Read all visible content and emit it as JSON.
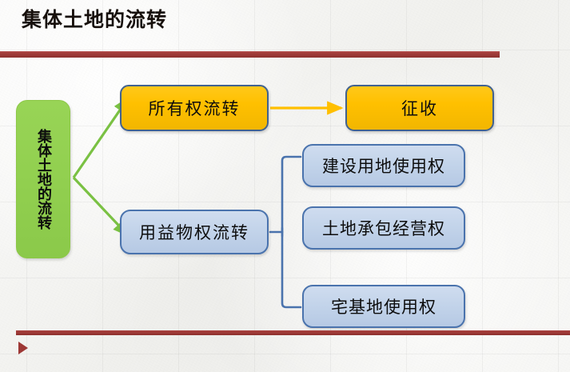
{
  "slide": {
    "title": "集体土地的流转",
    "accent_rule_color": "#9d3835",
    "background_color": "#f5f5f3"
  },
  "diagram": {
    "root": {
      "label": "集体土地的流转",
      "orientation": "vertical",
      "fill_color": "#92D050"
    },
    "branches": [
      {
        "label": "所有权流转",
        "fill_color": "#FFC000",
        "border_color": "#41628F",
        "children": [
          {
            "label": "征收",
            "fill_color": "#FFC000",
            "border_color": "#41628F"
          }
        ]
      },
      {
        "label": "用益物权流转",
        "fill_color": "#C3D4EA",
        "border_color": "#4A73AD",
        "children": [
          {
            "label": "建设用地使用权",
            "fill_color": "#C3D4EA",
            "border_color": "#4A73AD"
          },
          {
            "label": "土地承包经营权",
            "fill_color": "#C3D4EA",
            "border_color": "#4A73AD"
          },
          {
            "label": "宅基地使用权",
            "fill_color": "#C3D4EA",
            "border_color": "#4A73AD"
          }
        ]
      }
    ],
    "connectors": {
      "root_arrow_color": "#92D050",
      "ownership_arrow_color": "#FFC000",
      "usufruct_bracket_color": "#4A73AD"
    }
  }
}
